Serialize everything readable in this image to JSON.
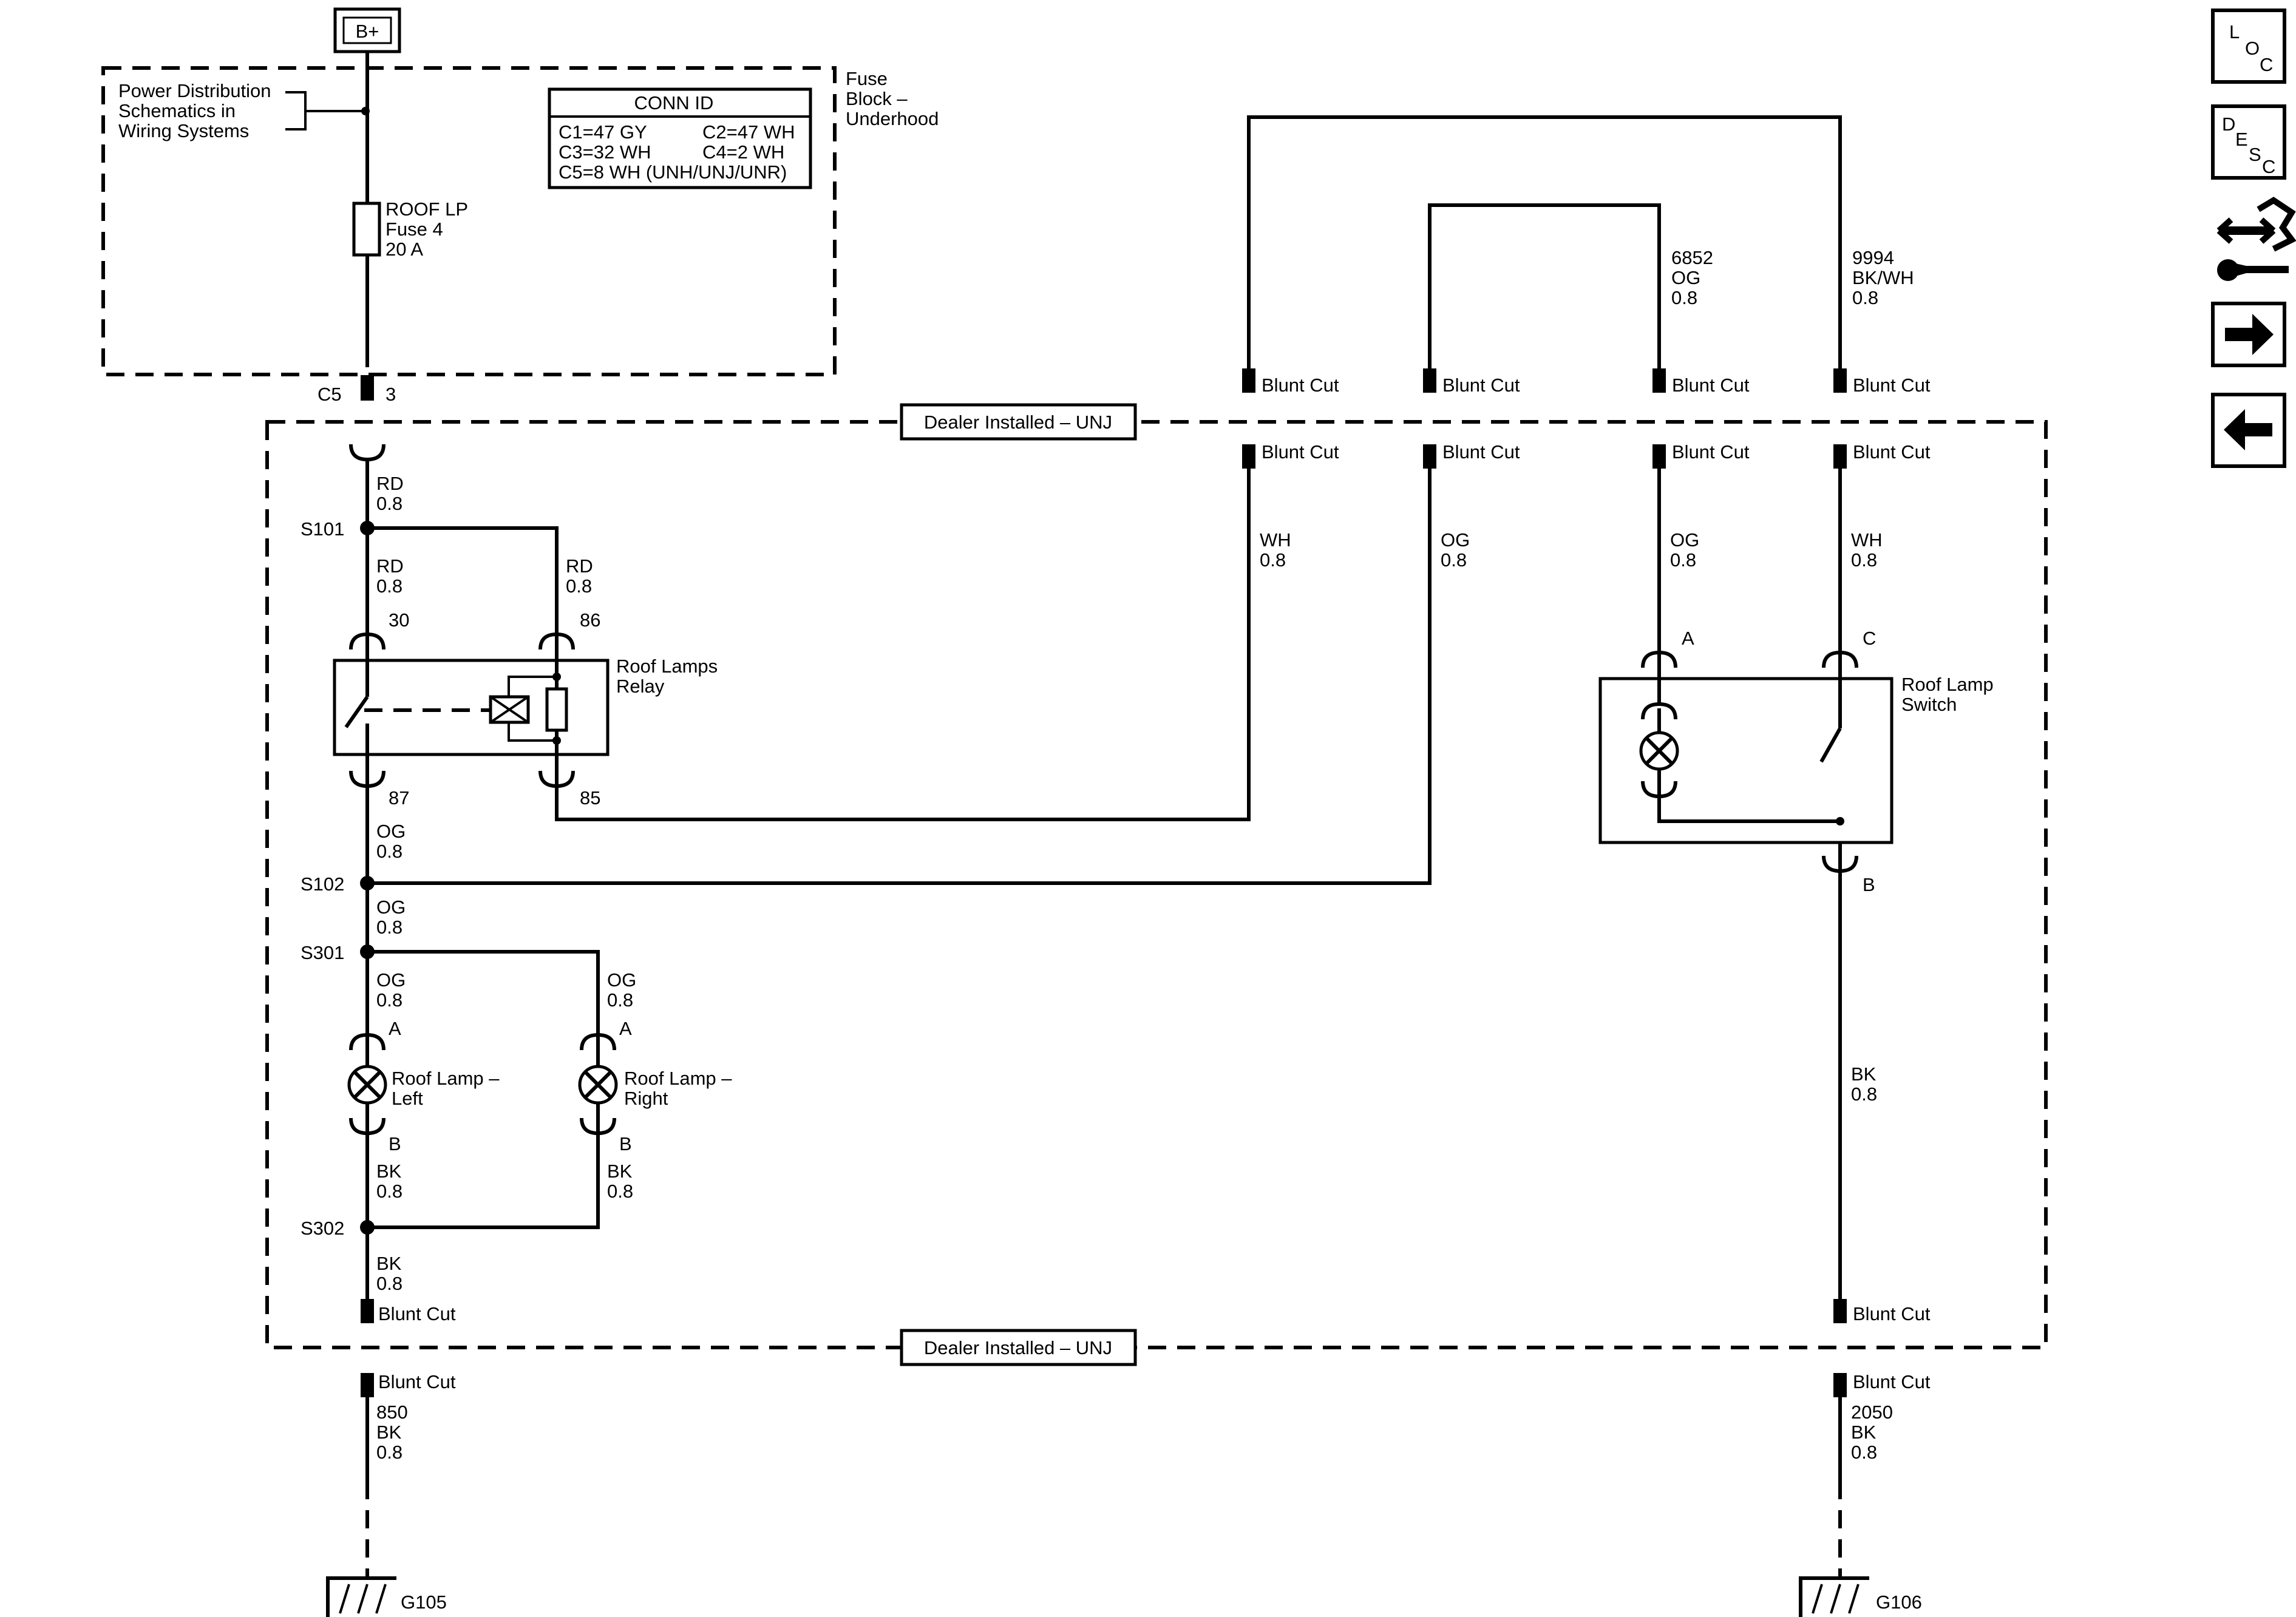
{
  "power": {
    "b_plus": "B+"
  },
  "fuse_block": {
    "title_1": "Fuse",
    "title_2": "Block –",
    "title_3": "Underhood",
    "note_1": "Power Distribution",
    "note_2": "Schematics in",
    "note_3": "Wiring Systems",
    "fuse_1": "ROOF LP",
    "fuse_2": "Fuse 4",
    "fuse_3": "20 A",
    "conn_id": {
      "title": "CONN ID",
      "c1": "C1=47 GY",
      "c2": "C2=47 WH",
      "c3": "C3=32 WH",
      "c4": "C4=2 WH",
      "c5": "C5=8 WH (UNH/UNJ/UNR)"
    },
    "connector": "C5",
    "pin": "3"
  },
  "dealer_label": "Dealer Installed – UNJ",
  "blunt_cut": "Blunt Cut",
  "wires": {
    "rd": "RD",
    "og": "OG",
    "wh": "WH",
    "bk": "BK",
    "gauge": "0.8",
    "c6852": "6852",
    "c9994": "9994",
    "bkwh": "BK/WH",
    "c850": "850",
    "c2050": "2050"
  },
  "splices": {
    "s101": "S101",
    "s102": "S102",
    "s301": "S301",
    "s302": "S302"
  },
  "relay": {
    "name_1": "Roof Lamps",
    "name_2": "Relay",
    "pin30": "30",
    "pin86": "86",
    "pin87": "87",
    "pin85": "85"
  },
  "lamps": {
    "left_1": "Roof Lamp –",
    "left_2": "Left",
    "right_1": "Roof Lamp –",
    "right_2": "Right",
    "pin_a": "A",
    "pin_b": "B"
  },
  "switch": {
    "name_1": "Roof Lamp",
    "name_2": "Switch",
    "pin_a": "A",
    "pin_c": "C",
    "pin_b": "B"
  },
  "grounds": {
    "g105": "G105",
    "g106": "G106"
  },
  "nav": {
    "loc_l": "L",
    "loc_o": "O",
    "loc_c": "C",
    "desc_d": "D",
    "desc_e": "E",
    "desc_s": "S",
    "desc_c": "C",
    "icons": [
      "loc-icon",
      "desc-icon",
      "harness-icon",
      "next-arrow-icon",
      "previous-arrow-icon"
    ]
  }
}
